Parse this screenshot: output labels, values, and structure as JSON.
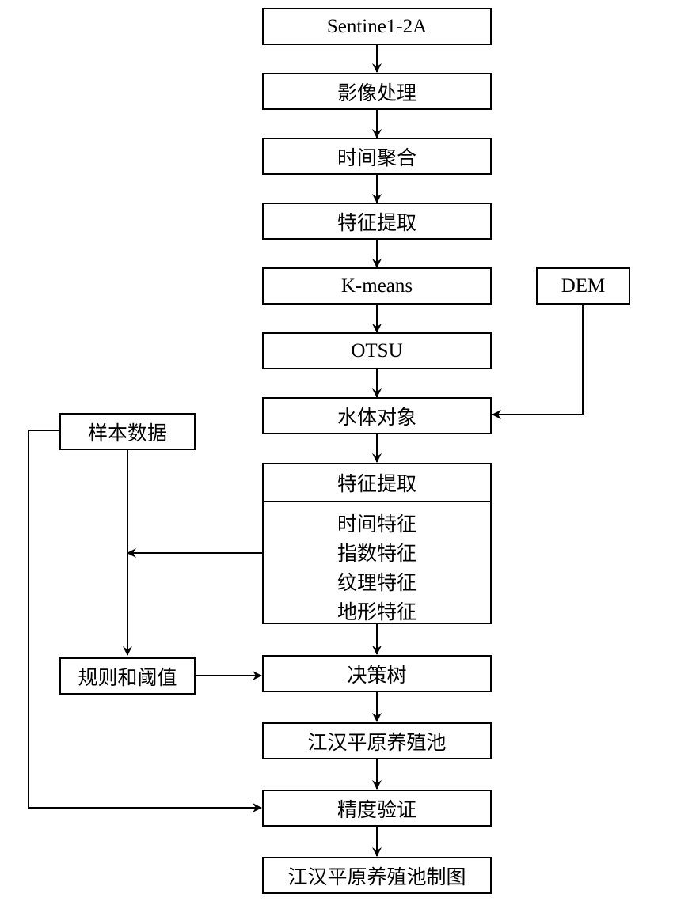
{
  "diagram": {
    "type": "flowchart",
    "nodes": {
      "sentinel": "Sentine1-2A",
      "image_processing": "影像处理",
      "temporal_aggregation": "时间聚合",
      "feature_extraction_1": "特征提取",
      "kmeans": "K-means",
      "otsu": "OTSU",
      "dem": "DEM",
      "water_objects": "水体对象",
      "sample_data": "样本数据",
      "feature_extraction_2": {
        "title": "特征提取",
        "items": [
          "时间特征",
          "指数特征",
          "纹理特征",
          "地形特征"
        ]
      },
      "rules_thresholds": "规则和阈值",
      "decision_tree": "决策树",
      "ponds": "江汉平原养殖池",
      "accuracy_validation": "精度验证",
      "pond_mapping": "江汉平原养殖池制图"
    },
    "edges": [
      [
        "sentinel",
        "image_processing"
      ],
      [
        "image_processing",
        "temporal_aggregation"
      ],
      [
        "temporal_aggregation",
        "feature_extraction_1"
      ],
      [
        "feature_extraction_1",
        "kmeans"
      ],
      [
        "kmeans",
        "otsu"
      ],
      [
        "otsu",
        "water_objects"
      ],
      [
        "dem",
        "water_objects"
      ],
      [
        "water_objects",
        "feature_extraction_2"
      ],
      [
        "feature_extraction_2",
        "rules_thresholds"
      ],
      [
        "sample_data",
        "rules_thresholds"
      ],
      [
        "feature_extraction_2",
        "decision_tree"
      ],
      [
        "rules_thresholds",
        "decision_tree"
      ],
      [
        "decision_tree",
        "ponds"
      ],
      [
        "ponds",
        "accuracy_validation"
      ],
      [
        "sample_data",
        "accuracy_validation"
      ],
      [
        "accuracy_validation",
        "pond_mapping"
      ]
    ]
  }
}
